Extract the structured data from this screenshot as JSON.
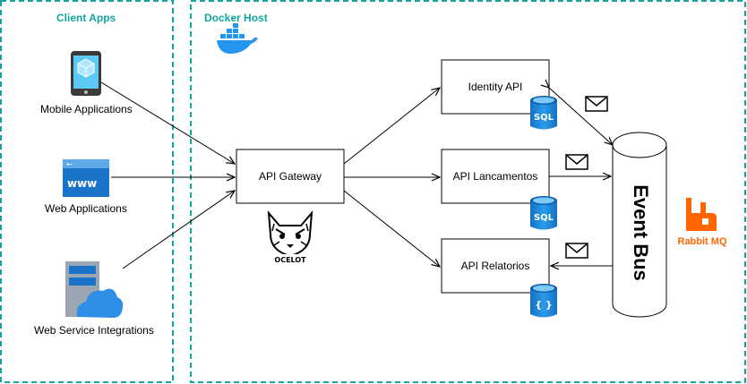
{
  "groups": {
    "client": {
      "label": "Client Apps"
    },
    "docker": {
      "label": "Docker Host"
    }
  },
  "clients": {
    "mobile": {
      "label": "Mobile Applications",
      "icon": "mobile-phone-icon"
    },
    "web": {
      "label": "Web Applications",
      "icon": "browser-www-icon"
    },
    "service": {
      "label": "Web Service Integrations",
      "icon": "server-cloud-icon"
    }
  },
  "gateway": {
    "label": "API Gateway",
    "logo_text": "OCELOT",
    "logo_icon": "ocelot-logo-icon"
  },
  "apis": {
    "identity": {
      "label": "Identity API",
      "db_label": "SQL"
    },
    "lancamentos": {
      "label": "API Lancamentos",
      "db_label": "SQL"
    },
    "relatorios": {
      "label": "API Relatorios",
      "db_label": "{ }"
    }
  },
  "event_bus": {
    "label": "Event Bus"
  },
  "broker": {
    "label": "Rabbit MQ",
    "icon": "rabbitmq-icon"
  },
  "icons": {
    "docker": "docker-whale-icon",
    "message": "envelope-icon",
    "database": "database-cylinder-icon"
  },
  "colors": {
    "group_border": "#12a5a0",
    "group_label": "#12a5a0",
    "rabbit": "#ff6600",
    "db": "#1b8ad8",
    "docker": "#2496ed"
  }
}
